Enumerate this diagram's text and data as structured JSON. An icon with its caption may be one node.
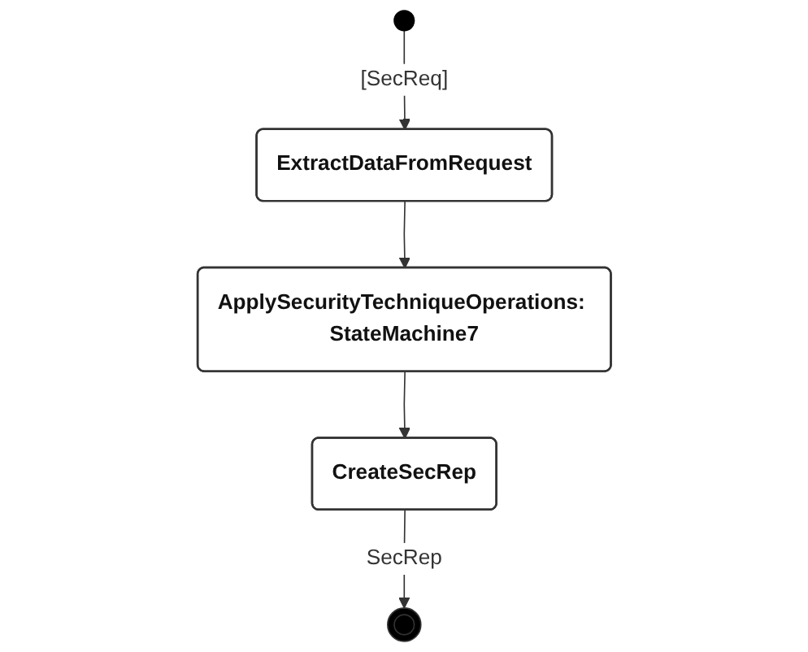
{
  "diagram": {
    "nodes": [
      {
        "text": [],
        "shape": "circle"
      },
      {
        "text": [
          "ExtractDataFromRequest"
        ]
      },
      {
        "text": [
          "ApplySecurityTechniqueOperations: StateMachine7"
        ]
      },
      {
        "text": [
          "CreateSecRep"
        ]
      },
      {
        "text": [],
        "shape": "bullseye"
      }
    ],
    "edges": [
      {
        "from": 0,
        "to": 1,
        "label": "[SecReq]",
        "arrow": "to"
      },
      {
        "from": 1,
        "to": 2,
        "arrow": "to"
      },
      {
        "from": 2,
        "to": 3,
        "arrow": "to"
      },
      {
        "from": 3,
        "to": 4,
        "label": "SecRep",
        "arrow": "to"
      }
    ]
  }
}
